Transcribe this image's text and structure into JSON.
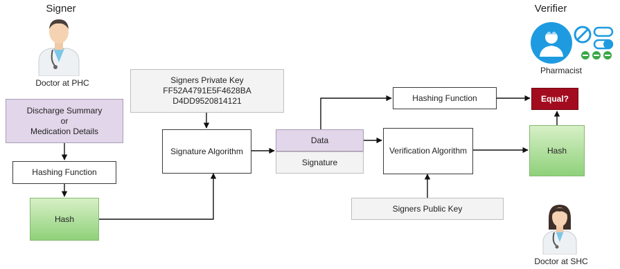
{
  "roles": {
    "signer": "Signer",
    "verifier": "Verifier",
    "doctor_phc": "Doctor at PHC",
    "pharmacist": "Pharmacist",
    "doctor_shc": "Doctor at SHC"
  },
  "nodes": {
    "discharge": [
      "Discharge Summary",
      "or",
      "Medication Details"
    ],
    "hashing_left": "Hashing Function",
    "hash_left": "Hash",
    "private_key": [
      "Signers Private Key",
      "FF52A4791E5F4628BA",
      "D4DD9520814121"
    ],
    "signature_algorithm": "Signature Algorithm",
    "data": "Data",
    "signature": "Signature",
    "hashing_top": "Hashing Function",
    "equal": "Equal?",
    "verification_algorithm": "Verification Algorithm",
    "hash_right": "Hash",
    "public_key": "Signers Public Key"
  },
  "icons": {
    "signer_avatar": "doctor-male-avatar",
    "verifier_avatar": "pharmacist-icon",
    "shc_avatar": "doctor-female-avatar"
  },
  "colors": {
    "purple_box": "#e2d6ea",
    "gray_box": "#f3f3f3",
    "green_hash": "#8fd17a",
    "equal_red": "#a30c1f",
    "pharmacist_blue": "#1e9be0",
    "pill_green": "#3aa845"
  }
}
